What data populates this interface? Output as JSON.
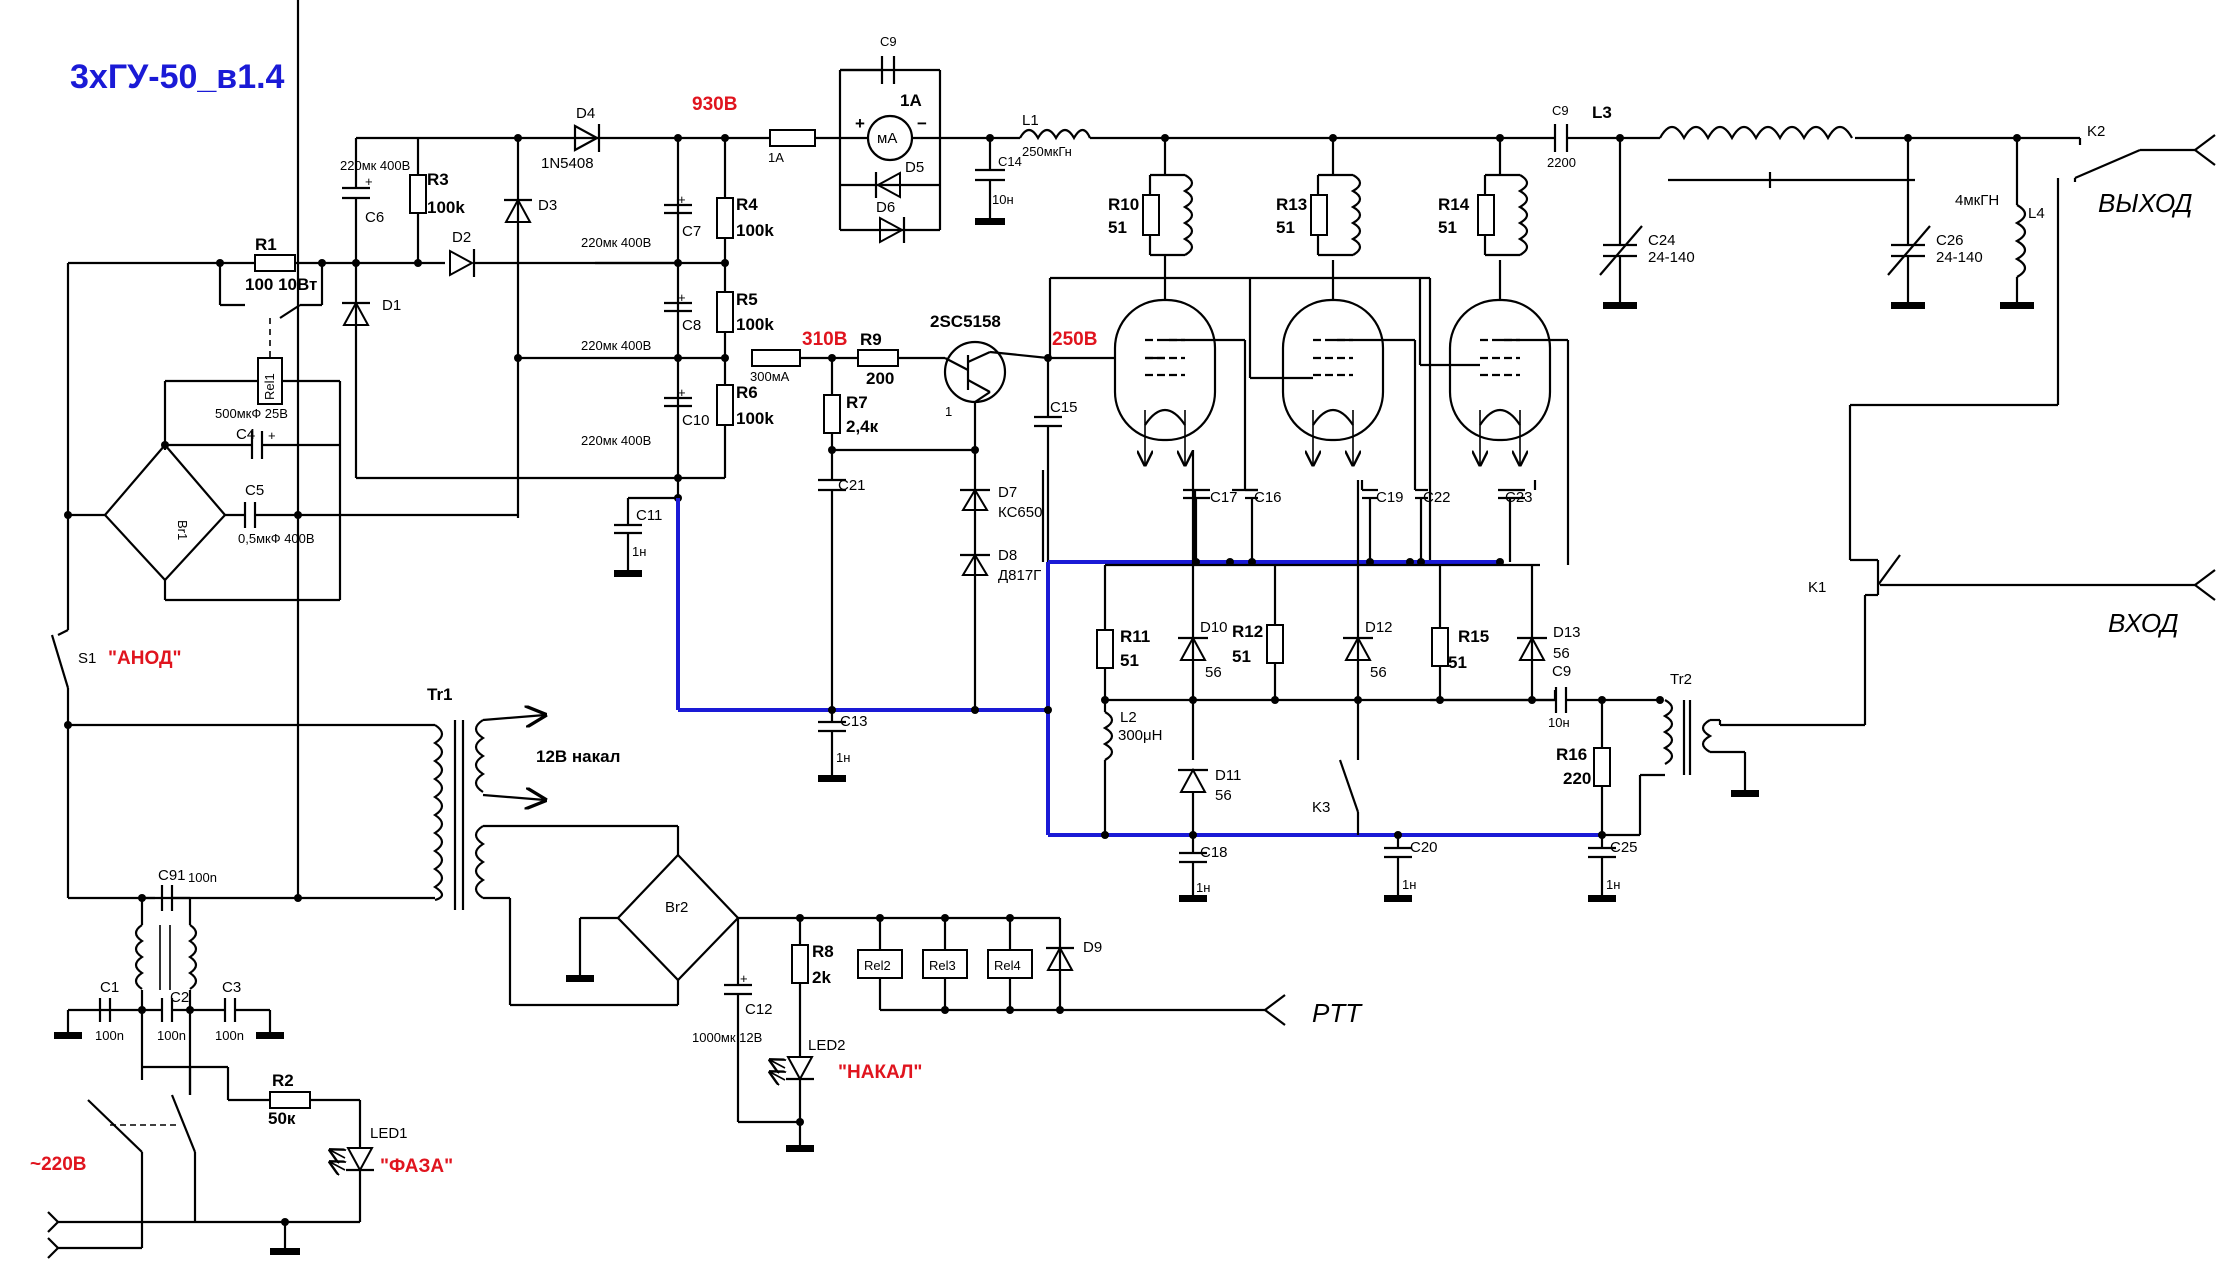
{
  "title": "3хГУ-50_в1.4",
  "voltages": {
    "v930": "930В",
    "v310": "310В",
    "v250": "250В"
  },
  "notes": {
    "anod": "\"АНОД\"",
    "nakal": "\"НАКАЛ\"",
    "faza": "\"ФАЗА\"",
    "heater": "12В накал",
    "mains": "~220В"
  },
  "io": {
    "out": "ВЫХОД",
    "in": "ВХОД",
    "ptt": "PTT"
  },
  "components": {
    "D4": "D4",
    "D4v": "1N5408",
    "C9a": "C9",
    "ma": "1А",
    "fuse1": "1А",
    "mA": "мА",
    "L1": "L1",
    "L1v": "250мкГн",
    "C14": "C14",
    "C14v": "10н",
    "C9b": "C9",
    "C9bv": "2200",
    "L3": "L3",
    "K2": "K2",
    "C6v": "220мк 400В",
    "C6": "C6",
    "R3": "R3",
    "R3v": "100k",
    "D3": "D3",
    "D5": "D5",
    "D6": "D6",
    "R1": "R1",
    "R1v": "100 10Вт",
    "D2": "D2",
    "C7": "C7",
    "C7v": "220мк 400В",
    "R4": "R4",
    "R4v": "100k",
    "R10": "R10",
    "R10v": "51",
    "R13": "R13",
    "R13v": "51",
    "R14": "R14",
    "R14v": "51",
    "C24": "C24",
    "C24v": "24-140",
    "C26": "C26",
    "C26v": "24-140",
    "L4": "L4",
    "L4v": "4мкГН",
    "D1": "D1",
    "C8": "C8",
    "C8v": "220мк 400В",
    "R5": "R5",
    "R5v": "100k",
    "Rel1": "Rel1",
    "R9": "R9",
    "R9v": "200",
    "Q": "2SC5158",
    "fuse2": "300мА",
    "C4v": "500мкФ 25В",
    "C4": "C4",
    "C10": "C10",
    "C10v": "220мк 400В",
    "R6": "R6",
    "R6v": "100k",
    "R7": "R7",
    "R7v": "2,4к",
    "C15": "C15",
    "Br1": "Br1",
    "C5": "C5",
    "C5v": "0,5мкФ 400В",
    "C11": "C11",
    "C11v": "1н",
    "C21": "C21",
    "D7": "D7",
    "D7v": "КС650",
    "D8": "D8",
    "D8v": "Д817Г",
    "C17": "C17",
    "C16": "C16",
    "C19": "C19",
    "C22": "C22",
    "C23": "C23",
    "K1": "K1",
    "R11": "R11",
    "R11v": "51",
    "D10": "D10",
    "D10v": "56",
    "R12": "R12",
    "R12v": "51",
    "D12": "D12",
    "D12v": "56",
    "R15": "R15",
    "R15v": "51",
    "D13": "D13",
    "D13v": "56",
    "S1": "S1",
    "Tr1": "Tr1",
    "C13": "C13",
    "C13v": "1н",
    "L2": "L2",
    "L2v": "300μH",
    "C9c": "C9",
    "C9cv": "10н",
    "Tr2": "Tr2",
    "R16": "R16",
    "R16v": "220",
    "D11": "D11",
    "D11v": "56",
    "K3": "K3",
    "C20": "C20",
    "C20v": "1н",
    "C18": "C18",
    "C18v": "1н",
    "C25": "C25",
    "C25v": "1н",
    "C91": "C91",
    "C91v": "100n",
    "Br2": "Br2",
    "R8": "R8",
    "R8v": "2k",
    "Rel2": "Rel2",
    "Rel3": "Rel3",
    "Rel4": "Rel4",
    "D9": "D9",
    "C1": "C1",
    "C1v": "100n",
    "C2": "C2",
    "C2v": "100n",
    "C3": "C3",
    "C3v": "100n",
    "C12": "C12",
    "C12v": "1000мк 12В",
    "LED2": "LED2",
    "R2": "R2",
    "R2v": "50к",
    "LED1": "LED1",
    "n1": "1"
  }
}
